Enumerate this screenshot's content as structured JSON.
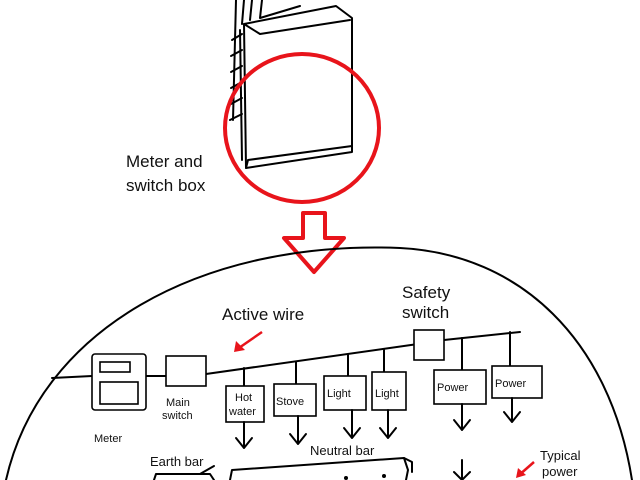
{
  "labels": {
    "meter_and_switch_box": [
      "Meter and",
      "switch box"
    ],
    "active_wire": "Active wire",
    "safety_switch": [
      "Safety",
      "switch"
    ],
    "meter": "Meter",
    "main_switch": [
      "Main",
      "switch"
    ],
    "earth_bar": "Earth bar",
    "neutral_bar": "Neutral bar",
    "typical_power": [
      "Typical",
      "power"
    ]
  },
  "circuits": [
    {
      "label": [
        "Hot",
        "water"
      ]
    },
    {
      "label": [
        "Stove"
      ]
    },
    {
      "label": [
        "Light"
      ]
    },
    {
      "label": [
        "Light"
      ]
    },
    {
      "label": [
        "Power"
      ]
    },
    {
      "label": [
        "Power"
      ]
    }
  ],
  "colors": {
    "highlight": "#e8141b",
    "arrow": "#e8141b",
    "line": "#000000"
  }
}
